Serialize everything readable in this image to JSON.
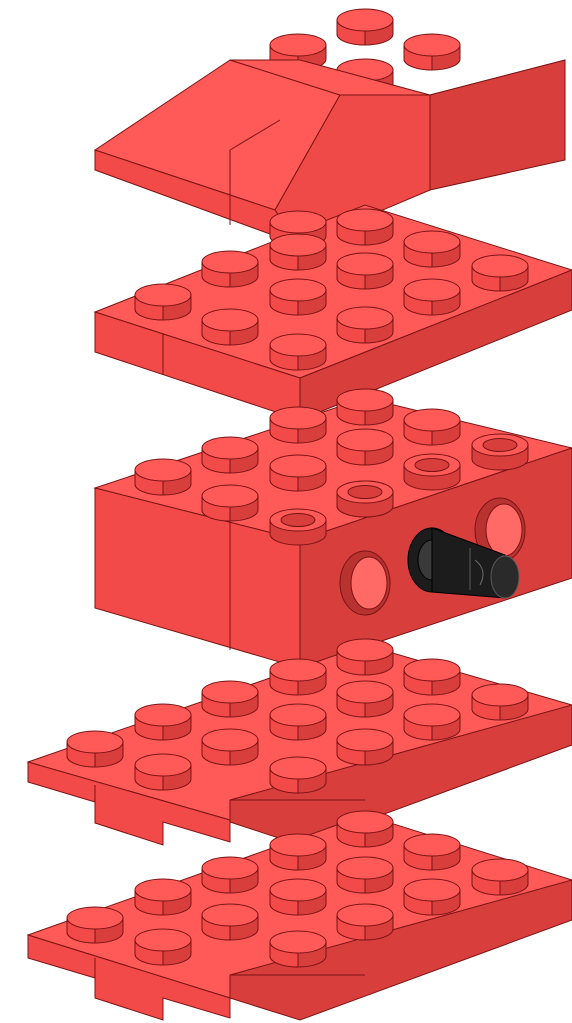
{
  "scene": {
    "description_layers": [
      "slope-brick-layer",
      "plate-layer-2",
      "technic-brick-layer",
      "plate-layer-4",
      "plate-layer-5"
    ]
  },
  "colors": {
    "brick_top": "#ff5a58",
    "brick_left": "#f24a48",
    "brick_right": "#d83e3c",
    "outline": "#7a1414",
    "background": "#ffffff",
    "pin": "#1c1c1c",
    "pin_highlight": "#5a5a5a"
  },
  "icons": {
    "pin": "technic-pin-icon",
    "hole": "technic-hole-icon"
  }
}
